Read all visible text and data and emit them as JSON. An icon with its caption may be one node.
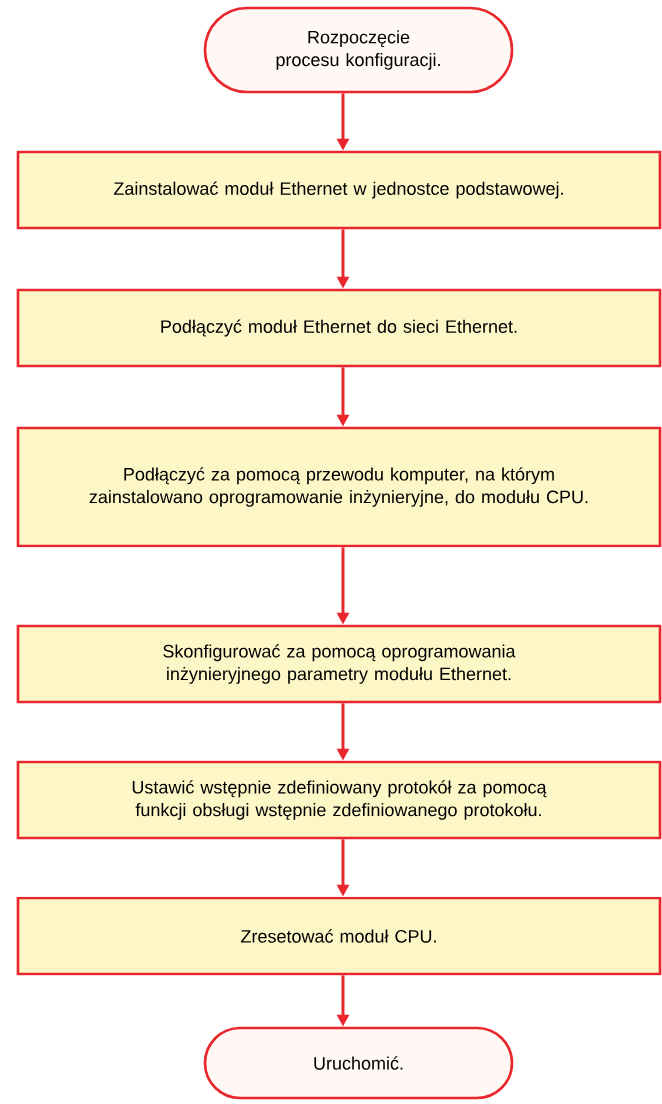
{
  "diagram": {
    "nodes": [
      {
        "text": [
          "Rozpoczęcie procesu konfiguracji."
        ]
      },
      {
        "text": [
          "Zainstalować moduł Ethernet w jednostce podstawowej."
        ]
      },
      {
        "text": [
          "Podłączyć moduł Ethernet do sieci Ethernet."
        ]
      },
      {
        "text": [
          "Podłączyć za pomocą przewodu komputer, na którym zainstalowano oprogramowanie inżynieryjne, do modułu CPU."
        ]
      },
      {
        "text": [
          "Skonfigurować za pomocą oprogramowania inżynieryjnego parametry modułu Ethernet."
        ]
      },
      {
        "text": [
          "Ustawić wstępnie zdefiniowany protokół za pomocą funkcji obsługi wstępnie zdefiniowanego protokołu."
        ]
      },
      {
        "text": [
          "Zresetować moduł CPU."
        ]
      },
      {
        "text": [
          "Uruchomić."
        ]
      }
    ],
    "edges": [
      {
        "from": 0,
        "to": 1,
        "arrow": "to"
      },
      {
        "from": 1,
        "to": 2,
        "arrow": "to"
      },
      {
        "from": 2,
        "to": 3,
        "arrow": "to"
      },
      {
        "from": 3,
        "to": 4,
        "arrow": "to"
      },
      {
        "from": 4,
        "to": 5,
        "arrow": "to"
      },
      {
        "from": 5,
        "to": 6,
        "arrow": "to"
      },
      {
        "from": 6,
        "to": 7,
        "arrow": "to"
      }
    ]
  }
}
